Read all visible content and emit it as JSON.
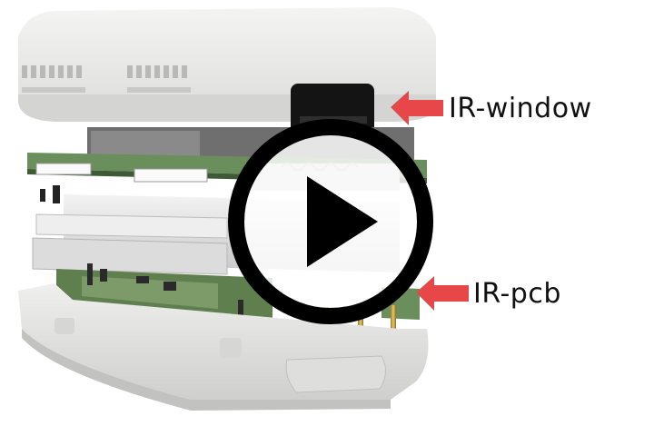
{
  "video": {
    "play_button_label": "Play video"
  },
  "callouts": {
    "ir_window": "IR-window",
    "ir_pcb": "IR-pcb"
  },
  "colors": {
    "arrow": "#e8474a",
    "play_ring": "#000000",
    "play_fill": "#ffffff",
    "enclosure": "#ebebea",
    "pcb": "#6b8f5c"
  },
  "icons": {
    "play": "play-icon",
    "arrow": "arrow-left-icon"
  }
}
